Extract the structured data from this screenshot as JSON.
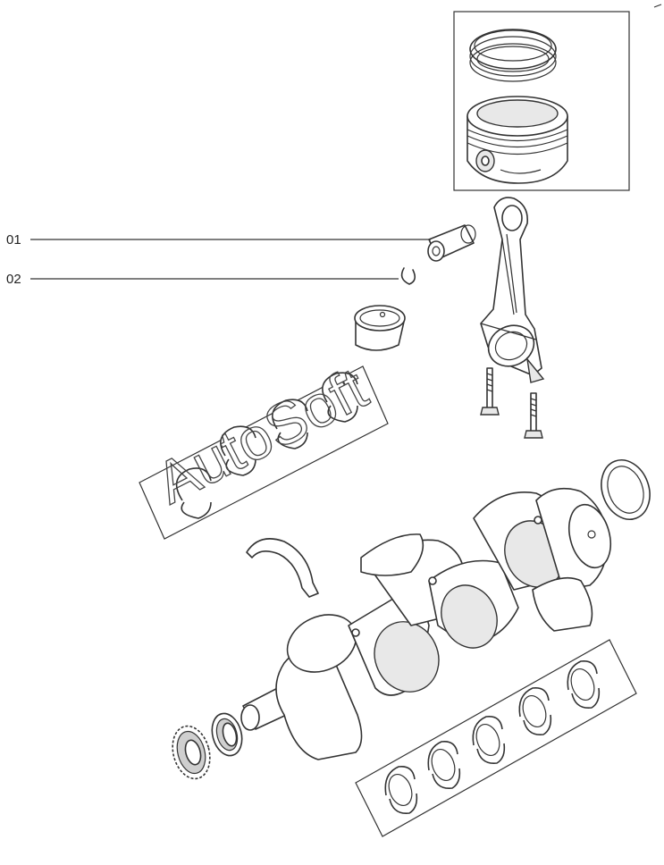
{
  "callouts": [
    {
      "id": "01",
      "label": "01"
    },
    {
      "id": "02",
      "label": "02"
    }
  ],
  "watermark": "AutoSoft",
  "icons": [
    "piston-ring-set",
    "piston",
    "connecting-rod",
    "piston-pin",
    "snap-ring",
    "small-end-bushing",
    "connecting-rod-bolt",
    "conrod-bearing-set",
    "crankshaft",
    "thrust-washer",
    "rear-oil-seal",
    "front-oil-seal",
    "crank-timing-sprocket",
    "main-bearing-set"
  ],
  "colors": {
    "line": "#333333",
    "background": "#ffffff",
    "shade": "#e8e8e8"
  }
}
